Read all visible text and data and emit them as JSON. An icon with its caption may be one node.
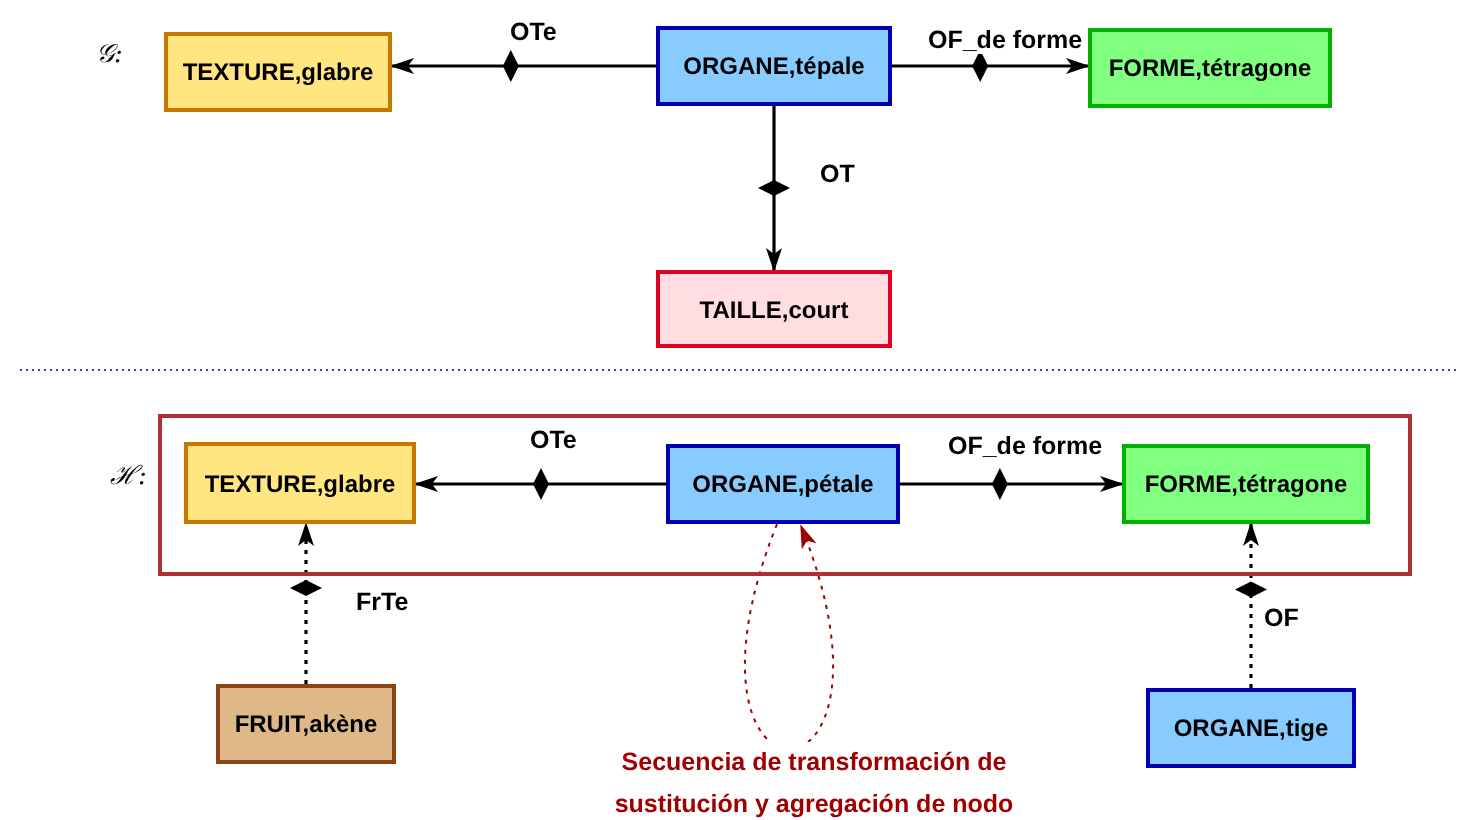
{
  "diagram": {
    "nodes": [
      {
        "text": [
          "TEXTURE,glabre"
        ]
      },
      {
        "text": [
          "ORGANE,tépale"
        ]
      },
      {
        "text": [
          "FORME,tétragone"
        ]
      },
      {
        "text": [
          "TAILLE,court"
        ]
      },
      {
        "text": [],
        "shape": "box"
      },
      {
        "text": [
          "TEXTURE,glabre"
        ],
        "in": 4
      },
      {
        "text": [
          "ORGANE,pétale"
        ],
        "in": 4
      },
      {
        "text": [
          "FORME,tétragone"
        ],
        "in": 4
      },
      {
        "text": [
          "FRUIT,akène"
        ]
      },
      {
        "text": [
          "ORGANE,tige"
        ]
      }
    ],
    "edges": [
      {
        "from": 1,
        "to": 0,
        "arrow": "to",
        "label": "OTe"
      },
      {
        "from": 1,
        "to": 2,
        "arrow": "to",
        "label": "OF_de forme"
      },
      {
        "from": 1,
        "to": 3,
        "arrow": "to",
        "label": "OT"
      },
      {
        "from": 6,
        "to": 5,
        "arrow": "to",
        "label": "OTe"
      },
      {
        "from": 6,
        "to": 7,
        "arrow": "to",
        "label": "OF_de forme"
      },
      {
        "from": 8,
        "to": 5,
        "arrow": "to",
        "label": "FrTe",
        "style": "dashed"
      },
      {
        "from": 9,
        "to": 7,
        "arrow": "to",
        "label": "OF",
        "style": "dashed"
      },
      {
        "from": 6,
        "to": 6,
        "arrow": "to",
        "label": "Secuencia de transformación de sustitución y agregación de nodo",
        "style": "dashed",
        "color": "#a00000"
      }
    ],
    "labels": [
      "𝒢:",
      "ℋ:"
    ]
  }
}
